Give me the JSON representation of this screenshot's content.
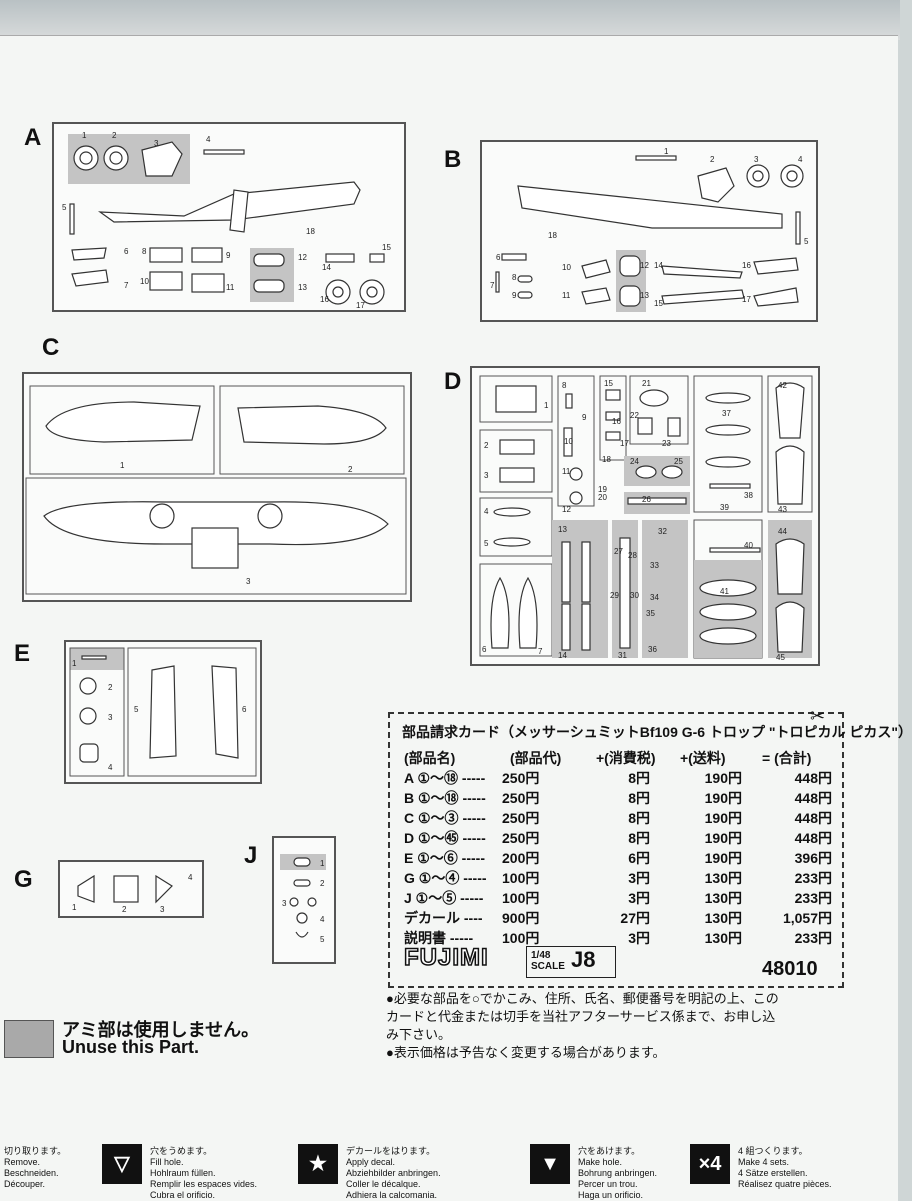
{
  "trees": {
    "A": {
      "label": "A",
      "numbers": [
        "1",
        "2",
        "3",
        "4",
        "5",
        "6",
        "7",
        "8",
        "9",
        "10",
        "11",
        "12",
        "13",
        "14",
        "15",
        "16",
        "17",
        "18"
      ]
    },
    "B": {
      "label": "B",
      "numbers": [
        "1",
        "2",
        "3",
        "4",
        "5",
        "6",
        "7",
        "8",
        "9",
        "10",
        "11",
        "12",
        "13",
        "14",
        "15",
        "16",
        "17",
        "18"
      ]
    },
    "C": {
      "label": "C",
      "numbers": [
        "1",
        "2",
        "3"
      ]
    },
    "D": {
      "label": "D",
      "numbers": [
        "1",
        "2",
        "3",
        "4",
        "5",
        "6",
        "7",
        "8",
        "9",
        "10",
        "11",
        "12",
        "13",
        "14",
        "15",
        "16",
        "17",
        "18",
        "19",
        "20",
        "21",
        "22",
        "23",
        "24",
        "25",
        "26",
        "27",
        "28",
        "29",
        "30",
        "31",
        "32",
        "33",
        "34",
        "35",
        "36",
        "37",
        "38",
        "39",
        "40",
        "41",
        "42",
        "43",
        "44",
        "45"
      ]
    },
    "E": {
      "label": "E",
      "numbers": [
        "1",
        "2",
        "3",
        "4",
        "5",
        "6"
      ]
    },
    "G": {
      "label": "G",
      "numbers": [
        "1",
        "2",
        "3",
        "4"
      ]
    },
    "J": {
      "label": "J",
      "numbers": [
        "1",
        "2",
        "3",
        "4",
        "5"
      ]
    }
  },
  "legend": {
    "jp": "アミ部は使用しません。",
    "en": "Unuse this Part."
  },
  "order_card": {
    "title": "部品請求カード（メッサーシュミットBf109 G-6 トロップ \"トロピカル ピカス\"）",
    "headers": {
      "name": "(部品名)",
      "price": "(部品代)",
      "tax": "+(消費税)",
      "ship": "+(送料)",
      "total": "= (合計)"
    },
    "rows": [
      {
        "name": "A ①〜⑱ -----",
        "price": "250円",
        "tax": "8円",
        "ship": "190円",
        "total": "448円"
      },
      {
        "name": "B ①〜⑱ -----",
        "price": "250円",
        "tax": "8円",
        "ship": "190円",
        "total": "448円"
      },
      {
        "name": "C ①〜③ -----",
        "price": "250円",
        "tax": "8円",
        "ship": "190円",
        "total": "448円"
      },
      {
        "name": "D ①〜㊺ -----",
        "price": "250円",
        "tax": "8円",
        "ship": "190円",
        "total": "448円"
      },
      {
        "name": "E ①〜⑥ -----",
        "price": "200円",
        "tax": "6円",
        "ship": "190円",
        "total": "396円"
      },
      {
        "name": "G ①〜④ -----",
        "price": "100円",
        "tax": "3円",
        "ship": "130円",
        "total": "233円"
      },
      {
        "name": "J ①〜⑤ -----",
        "price": "100円",
        "tax": "3円",
        "ship": "130円",
        "total": "233円"
      },
      {
        "name": "デカール ----",
        "price": "900円",
        "tax": "27円",
        "ship": "130円",
        "total": "1,057円"
      },
      {
        "name": "説明書 -----",
        "price": "100円",
        "tax": "3円",
        "ship": "130円",
        "total": "233円"
      }
    ],
    "brand": "FUJIMI",
    "scale_top": "1/48",
    "scale_bottom": "SCALE",
    "series_code": "J8",
    "model_number": "48010"
  },
  "notes": [
    "●必要な部品を○でかこみ、住所、氏名、郵便番号を明記の上、この",
    "カードと代金または切手を当社アフターサービス係まで、お申し込",
    "み下さい。",
    "●表示価格は予告なく変更する場合があります。"
  ],
  "footer": [
    {
      "icon": "",
      "lines": [
        "切り取ります。",
        "Remove.",
        "Beschneiden.",
        "Découper."
      ]
    },
    {
      "icon": "▽",
      "lines": [
        "穴をうめます。",
        "Fill hole.",
        "Hohlraum füllen.",
        "Remplir les espaces vides.",
        "Cubra el orificio."
      ]
    },
    {
      "icon": "★",
      "lines": [
        "デカールをはります。",
        "Apply decal.",
        "Abziehbilder anbringen.",
        "Coller le décalque.",
        "Adhiera la calcomania."
      ]
    },
    {
      "icon": "▼",
      "lines": [
        "穴をあけます。",
        "Make hole.",
        "Bohrung anbringen.",
        "Percer un trou.",
        "Haga un orificio."
      ]
    },
    {
      "icon": "×4",
      "lines": [
        "4 組つくります。",
        "Make 4 sets.",
        "4 Sätze erstellen.",
        "Réalisez quatre pièces."
      ]
    }
  ]
}
